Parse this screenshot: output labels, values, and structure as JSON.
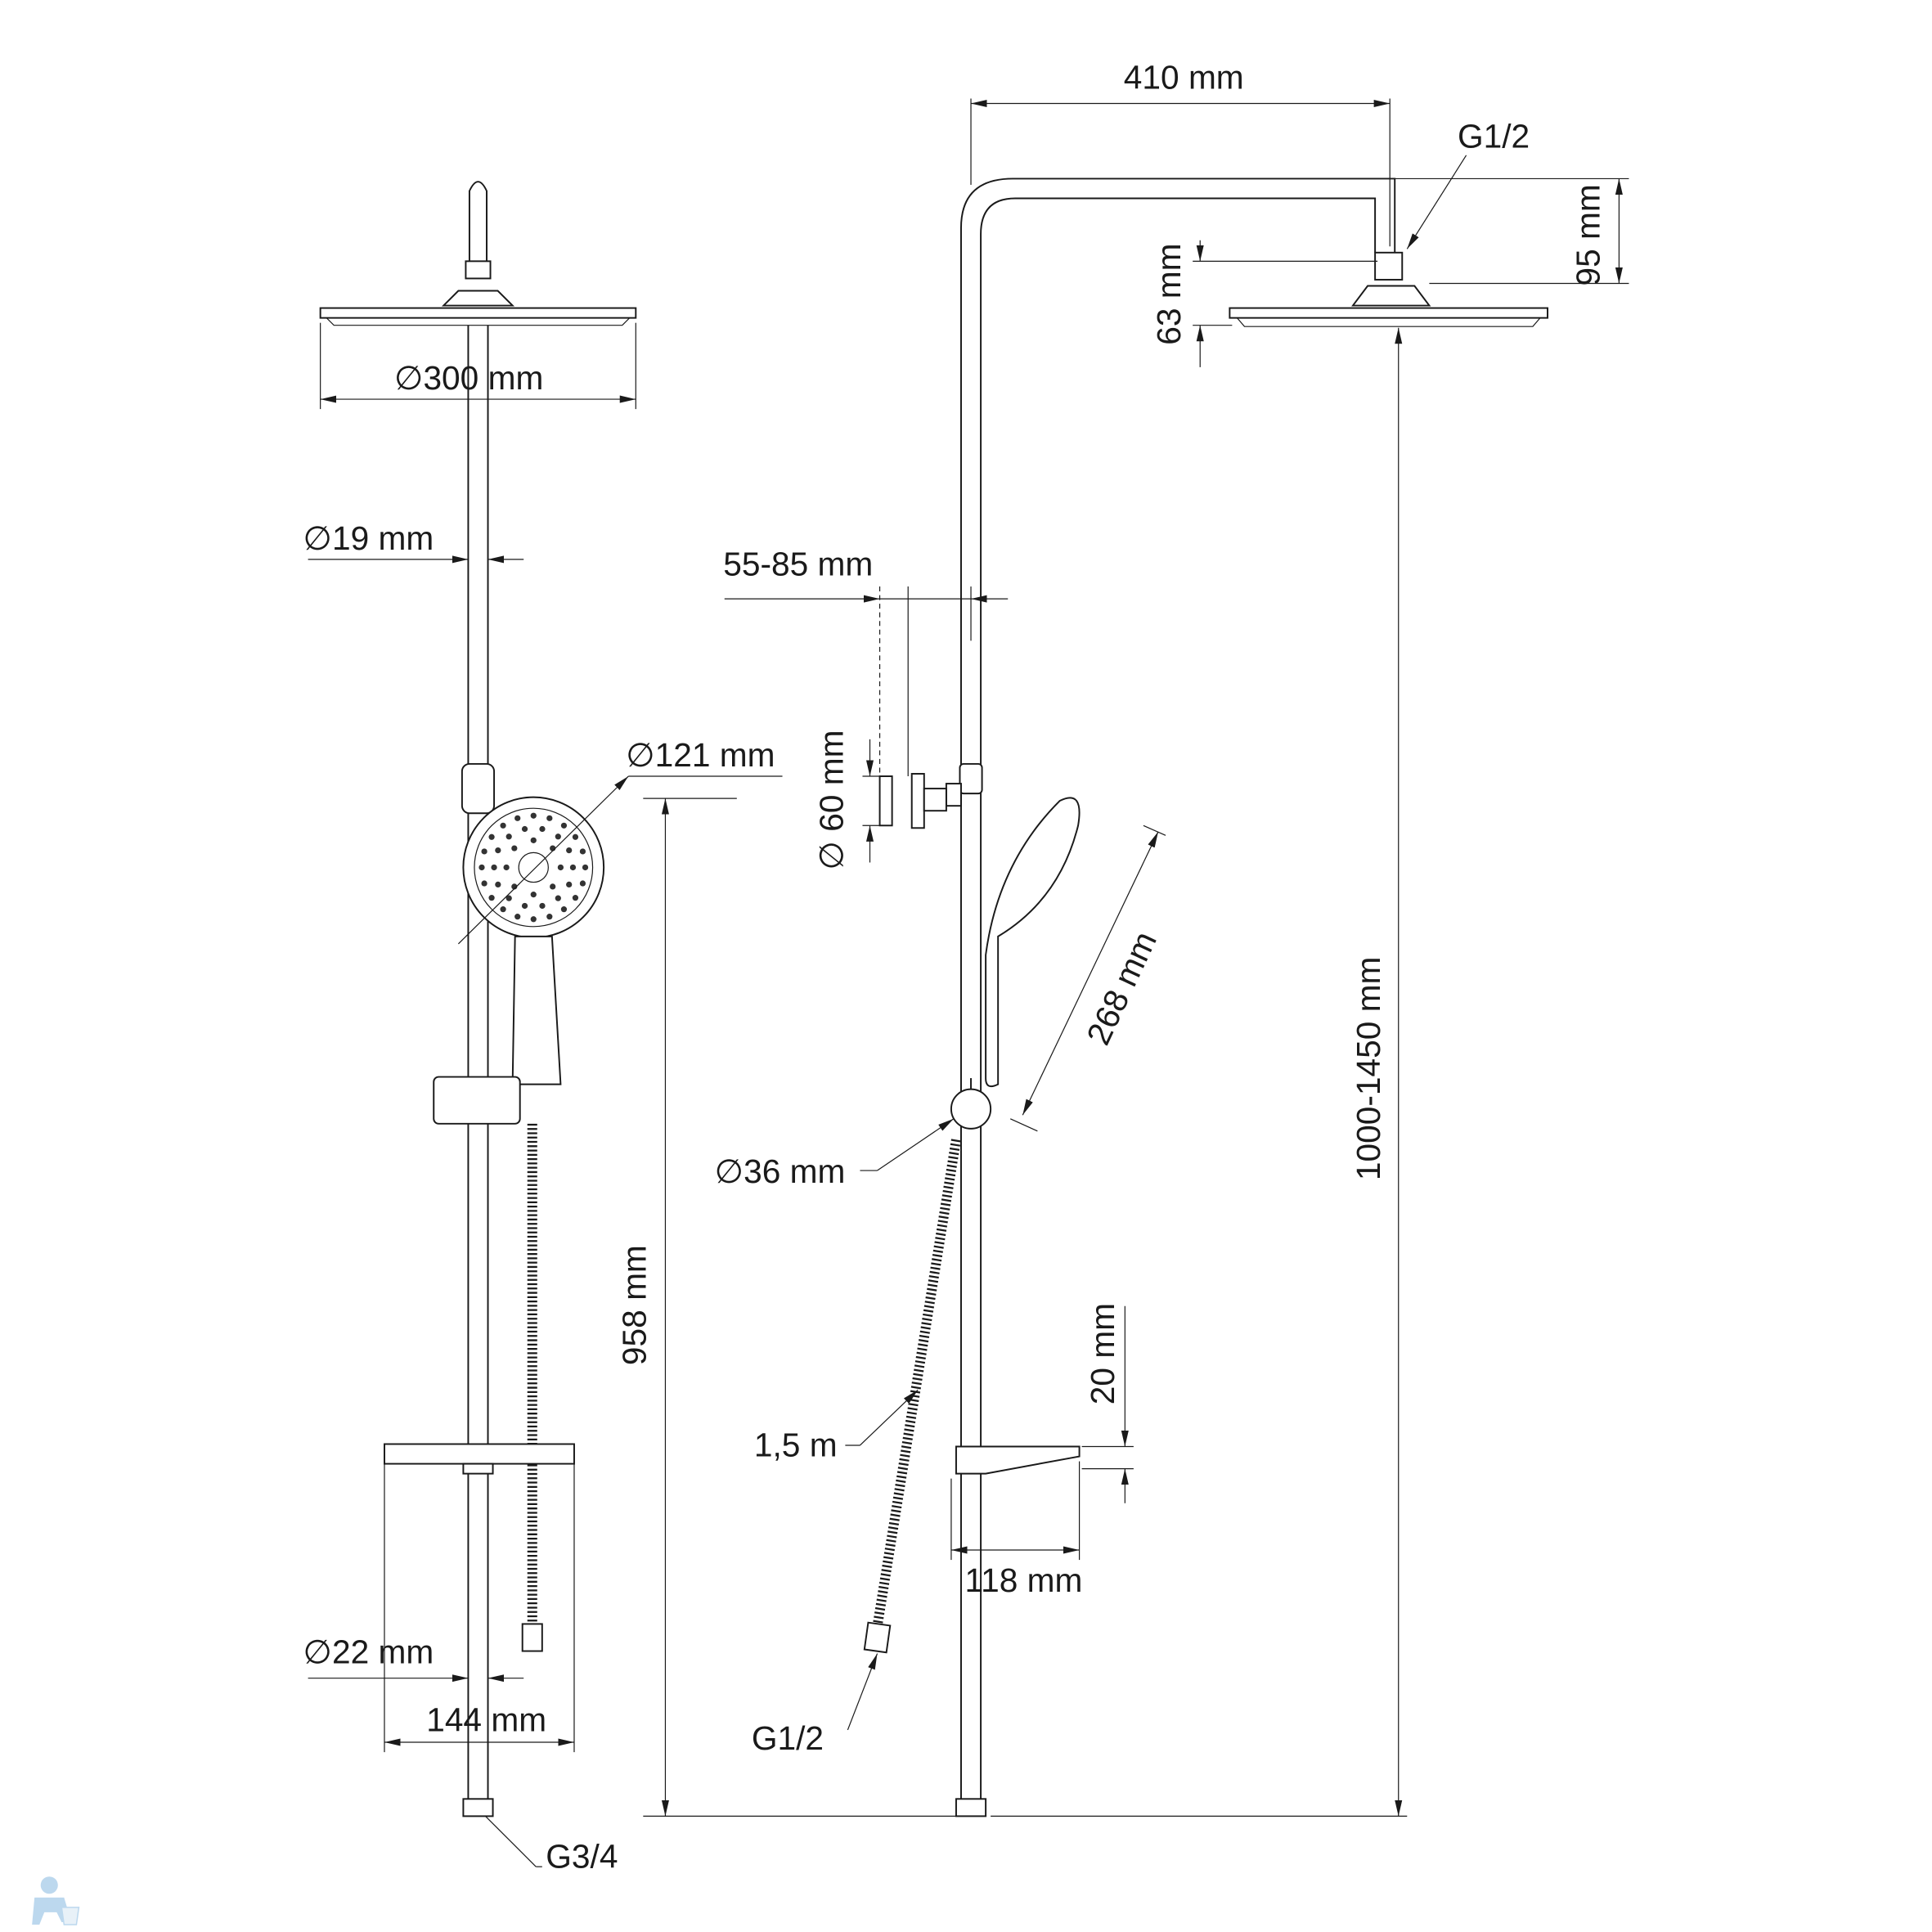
{
  "title": "Shower system dimensional drawing",
  "dimensions": {
    "width_410": "410 mm",
    "inlet_top": "G1/2",
    "height_95": "95 mm",
    "height_63": "63 mm",
    "head_diameter": "∅300 mm",
    "bar_diameter_19": "∅19 mm",
    "holder_offset": "55-85 mm",
    "hand_diameter": "∅121 mm",
    "holder_diameter": "∅ 60 mm",
    "hand_length": "268 mm",
    "height_range": "1000-1450 mm",
    "diverter_diameter": "∅36 mm",
    "height_958": "958 mm",
    "shelf_height": "20 mm",
    "hose_length": "1,5 m",
    "shelf_depth": "118 mm",
    "bar_diameter_22": "∅22 mm",
    "shelf_width": "144 mm",
    "hose_inlet": "G1/2",
    "wall_inlet": "G3/4"
  },
  "logo": {
    "color": "#bcd8ee"
  }
}
